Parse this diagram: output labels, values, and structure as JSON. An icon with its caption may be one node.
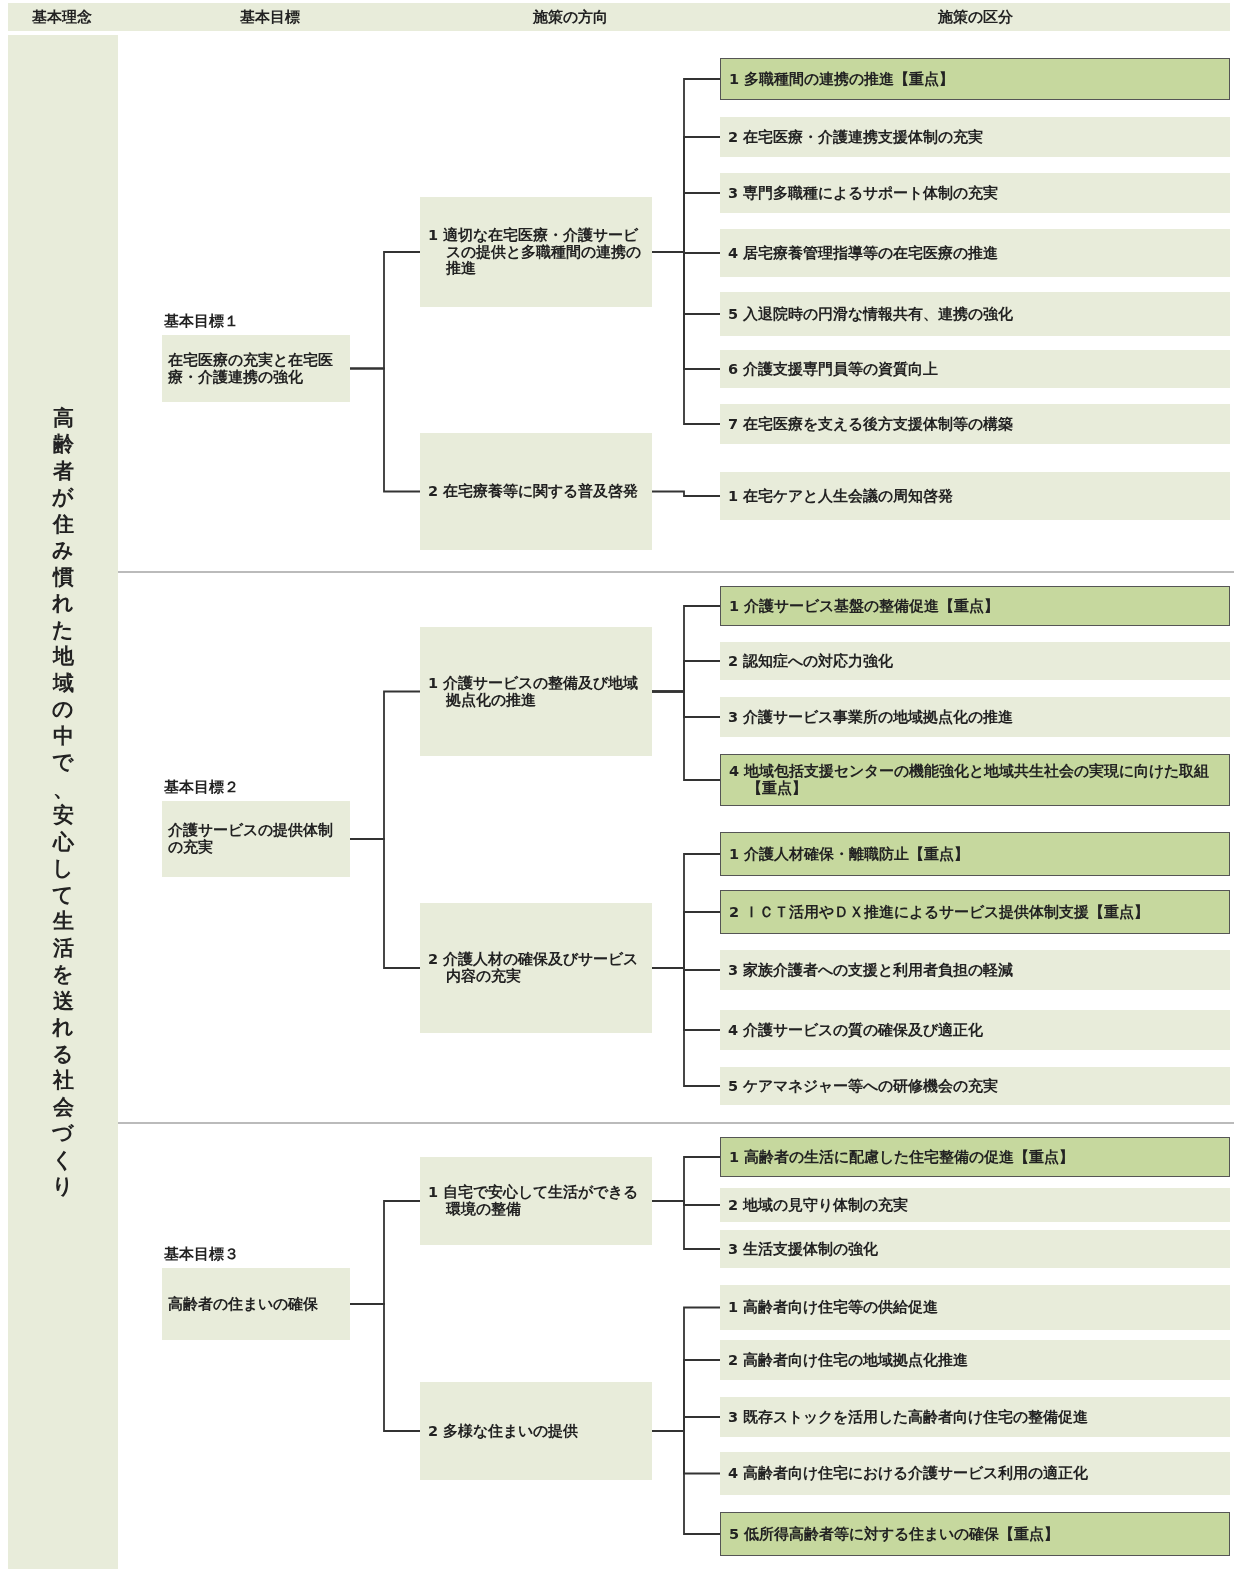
{
  "diagram": {
    "nodes": [
      {
        "text": [
          "高齢者が住み慣れた地域の中で、安心して生活を送れる社会づくり"
        ]
      },
      {
        "text": [
          "基本目標１",
          "在宅医療の充実と在宅医療・介護連携の強化"
        ]
      },
      {
        "text": [
          "1 適切な在宅医療・介護サービスの提供と多職種間の連携の推進"
        ]
      },
      {
        "text": [
          "2 在宅療養等に関する普及啓発"
        ]
      },
      {
        "text": [
          "1 多職種間の連携の推進【重点】"
        ]
      },
      {
        "text": [
          "2 在宅医療・介護連携支援体制の充実"
        ]
      },
      {
        "text": [
          "3 専門多職種によるサポート体制の充実"
        ]
      },
      {
        "text": [
          "4 居宅療養管理指導等の在宅医療の推進"
        ]
      },
      {
        "text": [
          "5 入退院時の円滑な情報共有、連携の強化"
        ]
      },
      {
        "text": [
          "6 介護支援専門員等の資質向上"
        ]
      },
      {
        "text": [
          "7 在宅医療を支える後方支援体制等の構築"
        ]
      },
      {
        "text": [
          "1 在宅ケアと人生会議の周知啓発"
        ]
      },
      {
        "text": [
          "基本目標２",
          "介護サービスの提供体制の充実"
        ]
      },
      {
        "text": [
          "1 介護サービスの整備及び地域拠点化の推進"
        ]
      },
      {
        "text": [
          "2 介護人材の確保及びサービス内容の充実"
        ]
      },
      {
        "text": [
          "1 介護サービス基盤の整備促進【重点】"
        ]
      },
      {
        "text": [
          "2 認知症への対応力強化"
        ]
      },
      {
        "text": [
          "3 介護サービス事業所の地域拠点化の推進"
        ]
      },
      {
        "text": [
          "4 地域包括支援センターの機能強化と地域共生社会の実現に向けた取組【重点】"
        ]
      },
      {
        "text": [
          "1 介護人材確保・離職防止【重点】"
        ]
      },
      {
        "text": [
          "2 ＩＣＴ活用やＤＸ推進によるサービス提供体制支援【重点】"
        ]
      },
      {
        "text": [
          "3 家族介護者への支援と利用者負担の軽減"
        ]
      },
      {
        "text": [
          "4 介護サービスの質の確保及び適正化"
        ]
      },
      {
        "text": [
          "5 ケアマネジャー等への研修機会の充実"
        ]
      },
      {
        "text": [
          "基本目標３",
          "高齢者の住まいの確保"
        ]
      },
      {
        "text": [
          "1 自宅で安心して生活ができる環境の整備"
        ]
      },
      {
        "text": [
          "2 多様な住まいの提供"
        ]
      },
      {
        "text": [
          "1 高齢者の生活に配慮した住宅整備の促進【重点】"
        ]
      },
      {
        "text": [
          "2 地域の見守り体制の充実"
        ]
      },
      {
        "text": [
          "3 生活支援体制の強化"
        ]
      },
      {
        "text": [
          "1 高齢者向け住宅等の供給促進"
        ]
      },
      {
        "text": [
          "2 高齢者向け住宅の地域拠点化推進"
        ]
      },
      {
        "text": [
          "3 既存ストックを活用した高齢者向け住宅の整備促進"
        ]
      },
      {
        "text": [
          "4 高齢者向け住宅における介護サービス利用の適正化"
        ]
      },
      {
        "text": [
          "5 低所得高齢者等に対する住まいの確保【重点】"
        ]
      }
    ],
    "edges": [
      {
        "from": 1,
        "to": 2,
        "arrow": "none"
      },
      {
        "from": 1,
        "to": 3,
        "arrow": "none"
      },
      {
        "from": 2,
        "to": 4,
        "arrow": "none"
      },
      {
        "from": 2,
        "to": 5,
        "arrow": "none"
      },
      {
        "from": 2,
        "to": 6,
        "arrow": "none"
      },
      {
        "from": 2,
        "to": 7,
        "arrow": "none"
      },
      {
        "from": 2,
        "to": 8,
        "arrow": "none"
      },
      {
        "from": 2,
        "to": 9,
        "arrow": "none"
      },
      {
        "from": 2,
        "to": 10,
        "arrow": "none"
      },
      {
        "from": 3,
        "to": 11,
        "arrow": "none"
      },
      {
        "from": 12,
        "to": 13,
        "arrow": "none"
      },
      {
        "from": 12,
        "to": 14,
        "arrow": "none"
      },
      {
        "from": 13,
        "to": 15,
        "arrow": "none"
      },
      {
        "from": 13,
        "to": 16,
        "arrow": "none"
      },
      {
        "from": 13,
        "to": 17,
        "arrow": "none"
      },
      {
        "from": 13,
        "to": 18,
        "arrow": "none"
      },
      {
        "from": 14,
        "to": 19,
        "arrow": "none"
      },
      {
        "from": 14,
        "to": 20,
        "arrow": "none"
      },
      {
        "from": 14,
        "to": 21,
        "arrow": "none"
      },
      {
        "from": 14,
        "to": 22,
        "arrow": "none"
      },
      {
        "from": 14,
        "to": 23,
        "arrow": "none"
      },
      {
        "from": 24,
        "to": 25,
        "arrow": "none"
      },
      {
        "from": 24,
        "to": 26,
        "arrow": "none"
      },
      {
        "from": 25,
        "to": 27,
        "arrow": "none"
      },
      {
        "from": 25,
        "to": 28,
        "arrow": "none"
      },
      {
        "from": 25,
        "to": 29,
        "arrow": "none"
      },
      {
        "from": 26,
        "to": 30,
        "arrow": "none"
      },
      {
        "from": 26,
        "to": 31,
        "arrow": "none"
      },
      {
        "from": 26,
        "to": 32,
        "arrow": "none"
      },
      {
        "from": 26,
        "to": 33,
        "arrow": "none"
      },
      {
        "from": 26,
        "to": 34,
        "arrow": "none"
      }
    ],
    "labels": [
      "基本理念",
      "基本目標",
      "施策の方向",
      "施策の区分"
    ]
  }
}
